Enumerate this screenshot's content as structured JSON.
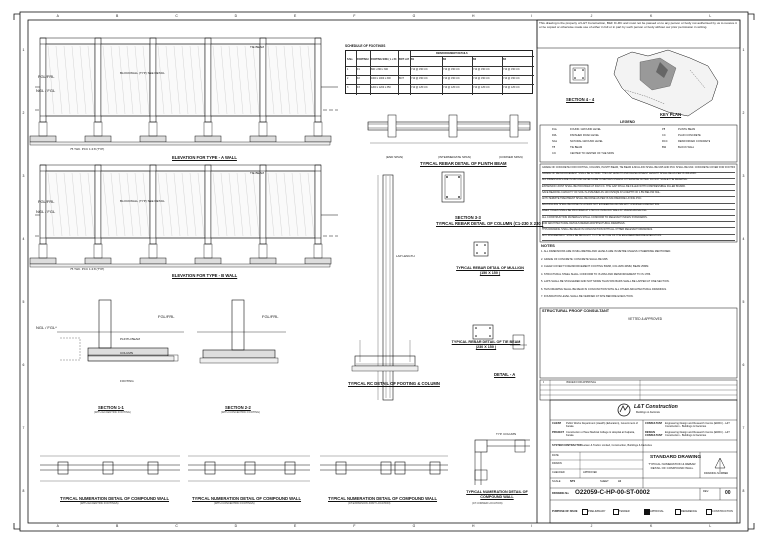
{
  "frame": {
    "col_markers": [
      "A",
      "B",
      "C",
      "D",
      "E",
      "F",
      "G",
      "H",
      "I",
      "J",
      "K",
      "L"
    ],
    "row_markers": [
      "1",
      "2",
      "3",
      "4",
      "5",
      "6",
      "7",
      "8"
    ]
  },
  "disclaimer": "This drawing is the property of L&T Construction, B&F IC-RC and must not be passed on to any person or body not authorised by us to receive it or be copied or otherwise made use of either in full or in part by such person or body without our prior permission in writing.",
  "schedule": {
    "title": "SCHEDULE OF FOOTINGS",
    "headers": [
      "S.No",
      "FOOTING ID",
      "FOOTING SIZE ( L x B x D )",
      "BOT LAYER",
      "REINFORCEMENT DETAILS",
      "B1",
      "B2",
      "B3",
      "B4"
    ],
    "rows": [
      [
        "1",
        "F1",
        "800 x 800 x 300",
        "",
        "Y10 @ 150 C/C",
        "Y10 @ 150 C/C",
        "Y10 @ 150 C/C",
        "Y10 @ 150 C/C"
      ],
      [
        "2",
        "F2",
        "1000 x 1000 x 300",
        "BOT",
        "Y10 @ 150 C/C",
        "Y10 @ 150 C/C",
        "Y10 @ 150 C/C",
        "Y10 @ 150 C/C"
      ],
      [
        "3",
        "F3",
        "1200 x 1200 x 350",
        "",
        "Y10 @ 125 C/C",
        "Y10 @ 125 C/C",
        "Y10 @ 125 C/C",
        "Y10 @ 125 C/C"
      ]
    ]
  },
  "labels": {
    "fgl_frl_1": "FGL/FRL",
    "ngl_fgl_1": "NGL / FGL",
    "fgl_frl_2": "FGL/FRL",
    "ngl_fgl_2": "NGL / FGL",
    "ngl_fgl_3": "NGL / FGL*",
    "fgl_frl_3": "FGL/FRL",
    "fgl_frl_4": "FGL/FRL",
    "tie_beam_1": "TIE BEAM",
    "tie_beam_2": "TIE BEAM",
    "blockwall_1": "BLOCKWALL (TYP) SEE DETAIL",
    "blockwall_2": "BLOCKWALL (TYP) SEE DETAIL",
    "pcc_1": "75 THK. PCC 1:4:8 (TYP)",
    "pcc_2": "75 THK. PCC 1:4:8 (TYP)",
    "column": "COLUMN",
    "plinth_beam": "PLINTH BEAM",
    "footing": "FOOTING",
    "lap_length": "LAP LENGTH",
    "end_span": "(END SPAN)",
    "int_span": "(INTERMEDIATE SPAN)",
    "corner_span": "(CORNER SPAN)",
    "detail_a": "DETAIL - A",
    "typ_column": "TYP. COLUMN"
  },
  "titles": {
    "elev_a": "ELEVATION FOR TYPE - A WALL",
    "elev_b": "ELEVATION FOR TYPE - B WALL",
    "plinth_beam": "TYPICAL REBAR DETAIL OF PLINTH BEAM",
    "section_33": "SECTION 3-3",
    "column_rebar": "TYPICAL REBAR DETAIL OF COLUMN (C1-230 X 230 )",
    "mullion": "TYPICAL REBAR DETAIL OF MULLION (150 X 150 )",
    "tie_beam": "TYPICAL REBAR DETAIL OF TIE BEAM (230 X 150 )",
    "section_11": "SECTION 1-1",
    "section_11_sub": "(WITH ECCENTRIC FOOTING)",
    "section_22": "SECTION 2-2",
    "section_22_sub": "(WITH CONCENTRIC FOOTING)",
    "rc_footing": "TYPICAL RC DETAIL OF FOOTING & COLUMN",
    "num_1": "TYPICAL NUMERATION DETAIL OF COMPOUND WALL",
    "num_1_sub": "(WITH ECCENTRIC FOOTINGS)",
    "num_2": "TYPICAL NUMERATION DETAIL OF COMPOUND WALL",
    "num_2_sub": "(WITH CONCENTRIC FOOTINGS)",
    "num_3": "TYPICAL NUMERATION DETAIL OF COMPOUND WALL",
    "num_3_sub": "(AT EXPANSION JOINT LOCATION)",
    "num_4": "TYPICAL NUMERATION DETAIL OF COMPOUND WALL",
    "num_4_sub": "(AT CORNER LOCATION)",
    "section_44": "SECTION 4 - 4",
    "key_plan": "KEY PLAN",
    "legend": "LEGEND"
  },
  "legend_items": [
    [
      "FGL",
      "FOUND. GROUND LEVEL",
      "PB",
      "PLINTH BEAM"
    ],
    [
      "FRL",
      "FINISHED ROAD LEVEL",
      "CC",
      "PLAIN CONCRETE"
    ],
    [
      "NGL",
      "NATURAL GROUND LEVEL",
      "RCC",
      "REINFORCED CONCRETE"
    ],
    [
      "TB",
      "TIE BEAM",
      "BW",
      "BLOCK WALL"
    ],
    [
      "C/C",
      "CENTER TO CENTER OF THE SPAN",
      "",
      ""
    ]
  ],
  "spec_lines": [
    "GRADE OF CONCRETE FOR FOOTING, COLUMN, PLINTH BEAM, TIE BEAM & MULLION SHALL BE M25 AND PCC SHALL BE M10. CONCRETE COVER FOR FOOTING SHALL BE 50MM.",
    "GRADE OF REINFORCEMENT SHALL BE Fe 500D. THE LAP LENGTH AND DEVELOPMENT LENGTH SHALL BE AS PER IS 456-2000.",
    "ALL DIMENSIONS ARE IN MM AND LEVELS ARE IN METRES UNLESS OTHERWISE NOTED. DO NOT SCALE THE DRAWING.",
    "EXPANSION JOINT SHALL BE PROVIDED AT 30M C/C. THE GAP SHALL BE FILLED WITH COMPRESSIBLE FILLER BOARD.",
    "SAFE BEARING CAPACITY OF SOIL IS ASSUMED AS 100 KN/SQM AT A DEPTH OF 1.5M BELOW NGL.",
    "ANTI-TERMITE TREATMENT SHALL BE DONE AS PER IS 6313 BEFORE LAYING PCC.",
    "BACKFILLING SHALL BE DONE IN LAYERS NOT EXCEEDING 200 MM WITH PROPER COMPACTION.",
    "WEEP HOLES SHALL BE PROVIDED AT 1.5M C/C IN BLOCK WALL AT 150MM ABOVE FGL.",
    "ALL CONSTRUCTION MATERIALS SHALL CONFORM TO RELEVANT INDIAN STANDARDS.",
    "FOR ARCHITECTURAL DETAILS REFER ARCHITECTURAL DRAWINGS.",
    "THIS DRAWING SHALL BE READ IN CONJUNCTION WITH ALL OTHER RELEVANT DRAWINGS.",
    "ANY DISCREPANCY SHALL BE BROUGHT TO THE NOTICE OF THE ENGINEER BEFORE EXECUTION."
  ],
  "notes_title": "NOTES",
  "notes": [
    "1. ALL DIMENSIONS ARE IN MILLIMETRE AND LEVELS ARE IN METRE UNLESS OTHERWISE MENTIONED.",
    "2. GRADE OF CONCRETE: CONCRETE SHALL BE M25.",
    "3. CLEAR COVER TO REINFORCEMENT: FOOTING 50MM, COLUMN 40MM, BEAM 25MM.",
    "4. STRUCTURAL STEEL SHALL CONFORM TO IS 2062 AND REINFORCEMENT TO IS 1786.",
    "5. LAPS SHALL BE STAGGERED AND NOT MORE THAN 50% BARS SHALL BE LAPPED AT ONE SECTION.",
    "6. THIS DRAWING SHALL BE READ IN CONJUNCTION WITH ALL OTHER ARCHITECTURAL DRAWINGS.",
    "7. FOUNDATION LEVEL SHALL BE VERIFIED AT SITE BEFORE EXECUTION."
  ],
  "proof": {
    "title": "STRUCTURAL PROOF CONSULTANT",
    "status": "VETTED & APPROVED"
  },
  "revision": {
    "rev": "0",
    "description": "ISSUED FOR APPROVAL"
  },
  "company": {
    "name": "L&T Construction",
    "tagline": "Buildings & Factories"
  },
  "title_block": {
    "client_label": "CLIENT",
    "client": "Public Works Department (Health) (Education), Government of Kerala",
    "project_label": "PROJECT",
    "project": "Construction of New Medical College & Hospital at Kalpetta, Kerala",
    "consultant_label": "CONSULTANT",
    "consultant": "Engineering Design and Research Centre (EDRC) - L&T Construction - Buildings & Factories",
    "design_consultant_label": "DESIGN CONSULTANT",
    "design_consultant": "Engineering Design and Research Centre (EDRC) - L&T Construction - Buildings & Factories",
    "system_contractor_label": "SYSTEM CONTRACTOR",
    "system_contractor": "Larsen & Toubro Limited, Construction, Buildings & Factories",
    "drawing_type": "STANDARD DRAWING",
    "drawing_title": "TYPICAL NUMERATION & REBAR DETAIL OF COMPOUND WALL",
    "drawing_no_label": "DRAWING No.",
    "drawing_no": "O22059-C-HP-00-ST-0002",
    "revision_label": "REV.",
    "revision": "00",
    "scale_label": "SCALE",
    "scale": "NTS",
    "sheet_label": "SHEET",
    "sheet_size": "A1",
    "date_label": "DATE",
    "date": "",
    "drawn_label": "DRAWN",
    "checked_label": "CHECKED",
    "approved_label": "APPROVED",
    "drawing_number_note": "DRAWING NUMBER"
  },
  "purpose": {
    "label": "PURPOSE OF ISSUE",
    "options": [
      "PRELIMINARY",
      "TENDER",
      "APPROVAL",
      "REFERENCE",
      "CONSTRUCTION"
    ],
    "selected": "APPROVAL"
  }
}
